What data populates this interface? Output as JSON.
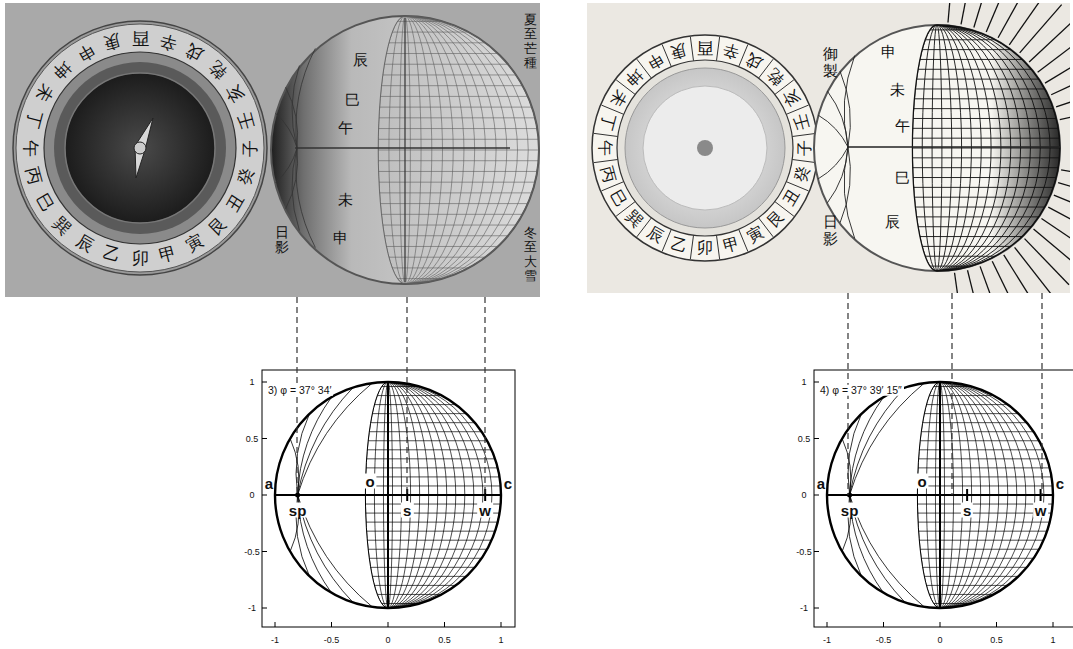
{
  "diagram": {
    "labels": [
      "子",
      "癸",
      "丑",
      "艮",
      "寅",
      "甲",
      "卯",
      "乙",
      "辰",
      "巽",
      "巳",
      "丙",
      "午",
      "丁",
      "未",
      "坤",
      "申",
      "庚",
      "酉",
      "辛",
      "戌",
      "乾",
      "亥",
      "壬",
      "辰",
      "巳",
      "午",
      "未",
      "申",
      "夏至芒種",
      "冬至大雪",
      "日影",
      "子",
      "癸",
      "丑",
      "艮",
      "寅",
      "甲",
      "卯",
      "乙",
      "辰",
      "巽",
      "巳",
      "丙",
      "午",
      "丁",
      "未",
      "坤",
      "申",
      "庚",
      "酉",
      "辛",
      "戌",
      "乾",
      "亥",
      "壬",
      "申",
      "未",
      "午",
      "巳",
      "辰",
      "御製",
      "日影",
      "3) φ = 37° 34′",
      "a",
      "o",
      "c",
      "sp",
      "s",
      "w",
      "-1",
      "-0.5",
      "0",
      "0.5",
      "1",
      "1",
      "0.5",
      "0",
      "-0.5",
      "-1",
      "4) φ = 37° 39′ 15″",
      "a",
      "o",
      "c",
      "sp",
      "s",
      "w",
      "-1",
      "-0.5",
      "0",
      "0.5",
      "1",
      "1",
      "0.5",
      "0",
      "-0.5",
      "-1"
    ]
  }
}
